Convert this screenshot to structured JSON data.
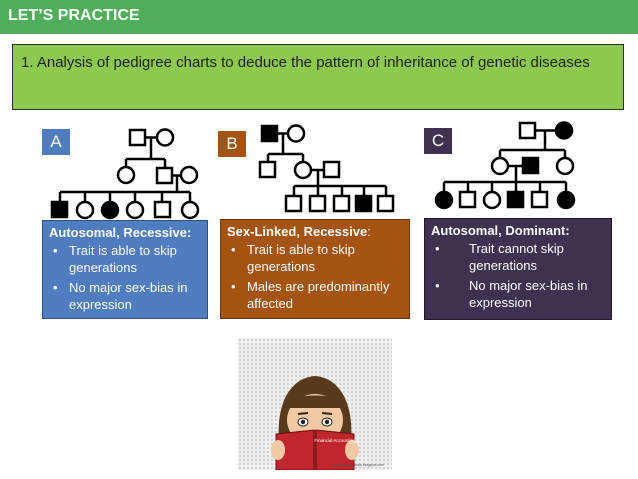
{
  "header": {
    "title": "LET’S PRACTICE"
  },
  "question": {
    "text": "1. Analysis of pedigree charts to deduce the pattern of inheritance of genetic diseases"
  },
  "panels": [
    {
      "letter": "A",
      "heading": "Autosomal, Recessive:",
      "bullets": [
        "Trait is able to skip generations",
        "No major sex-bias in expression"
      ],
      "color": "#4f7dc0"
    },
    {
      "letter": "B",
      "heading": "Sex-Linked, Recessive",
      "heading_suffix": ":",
      "bullets": [
        "Trait is able to skip generations",
        "Males are predominantly affected"
      ],
      "color": "#a55310"
    },
    {
      "letter": "C",
      "heading": "Autosomal, Dominant:",
      "bullets": [
        "Trait cannot skip generations",
        "No major sex-bias in expression"
      ],
      "color": "#3f3150"
    }
  ],
  "bullet_char": "•",
  "image": {
    "book_title": "Financial Accounting",
    "caption": "www.cartoonstudio.blogspot.com"
  },
  "colors": {
    "title_bar": "#4fad5b",
    "question_box": "#8cc94e"
  }
}
